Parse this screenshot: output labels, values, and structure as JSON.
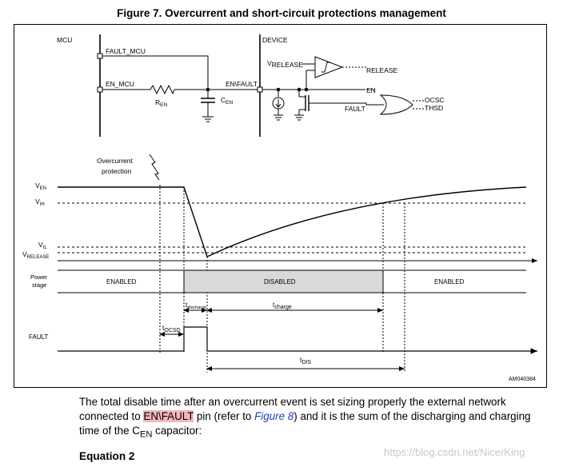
{
  "figure": {
    "title": "Figure 7. Overcurrent and short-circuit protections management"
  },
  "schematic": {
    "mcu_label": "MCU",
    "device_label": "DEVICE",
    "fault_mcu": "FAULT_MCU",
    "en_mcu": "EN_MCU",
    "r_main": "R",
    "r_sub": "EN",
    "c_main": "C",
    "c_sub": "EN",
    "en_fault": "EN\\FAULT",
    "v_main": "V",
    "v_sub": "RELEASE",
    "release": "RELEASE",
    "en": "EN",
    "ocsc": "OCSC",
    "thsd": "THSD",
    "fault": "FAULT"
  },
  "timing": {
    "overcurrent_line1": "Overcurrent",
    "overcurrent_line2": "protection",
    "ven_main": "V",
    "ven_sub": "EN",
    "vih_main": "V",
    "vih_sub": "IH",
    "vil_main": "V",
    "vil_sub": "IL",
    "vrel_main": "V",
    "vrel_sub": "RELEASE",
    "power_stage_line1": "Power",
    "power_stage_line2": "stage",
    "enabled_left": "ENABLED",
    "disabled": "DISABLED",
    "enabled_right": "ENABLED",
    "tdischarge_main": "t",
    "tdischarge_sub": "discharge",
    "tcharge_main": "t",
    "tcharge_sub": "charge",
    "tocsd_main": "t",
    "tocsd_sub": "OCSD",
    "fault_label": "FAULT",
    "tdis_main": "t",
    "tdis_sub": "DIS",
    "code": "AM040384"
  },
  "text": {
    "p1": "The total disable time after an overcurrent event is set sizing properly the external network connected to ",
    "highlight": "EN\\FAULT",
    "p2": " pin (refer to ",
    "figref": "Figure 8",
    "p3": ") and it is the sum of the discharging and charging time of the C",
    "cen_sub": "EN",
    "p4": " capacitor:",
    "equation": "Equation 2"
  },
  "watermark": "https://blog.csdn.net/NicerKing",
  "colors": {
    "disabled_fill": "#d9d9d9",
    "highlight": "#f2b8b8",
    "link": "#1f3fbf"
  }
}
